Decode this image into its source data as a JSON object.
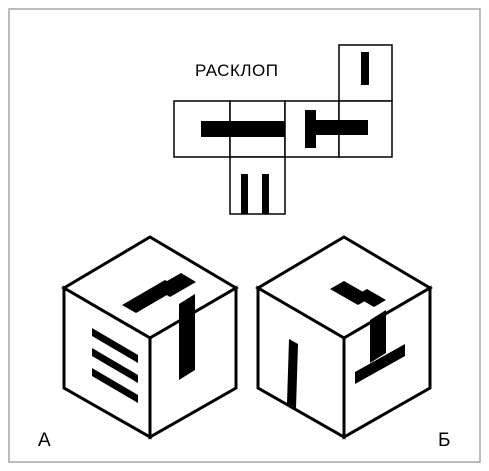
{
  "net_title": "РАСКЛОП",
  "cubes": [
    {
      "label": "А"
    },
    {
      "label": "Б"
    }
  ],
  "colors": {
    "ink": "#000000",
    "background": "#ffffff",
    "frame": "#a6a6a6"
  }
}
